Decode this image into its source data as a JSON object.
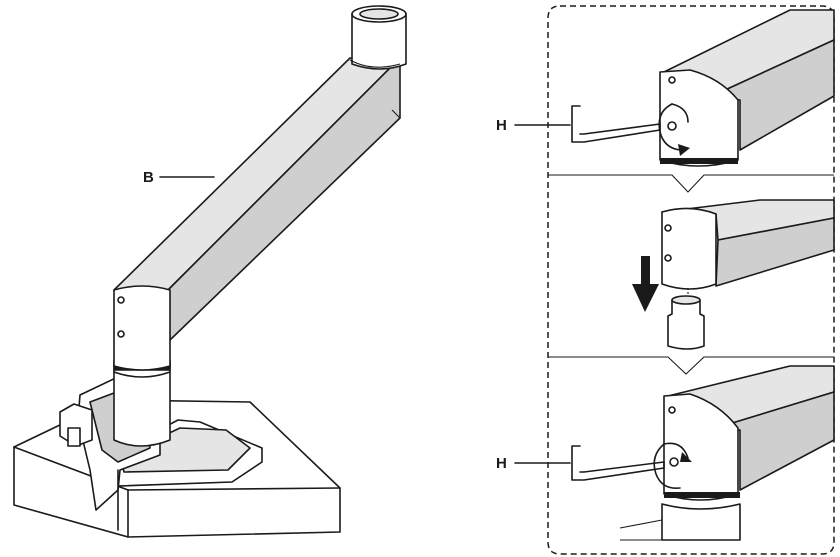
{
  "callouts": {
    "arm_label": "B",
    "hex_key_top_label": "H",
    "hex_key_bottom_label": "H"
  },
  "colors": {
    "line": "#1a1a1a",
    "arm_fill": "#e5e5e5",
    "shadow_fill": "#cfcfcf",
    "background": "#ffffff"
  },
  "icons": [
    "rotate-icon",
    "down-arrow-icon",
    "hex-key-icon"
  ]
}
